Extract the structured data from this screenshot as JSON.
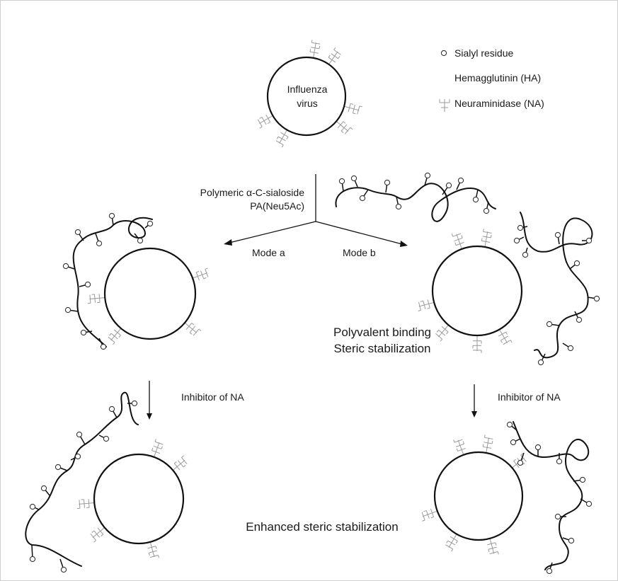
{
  "virus": {
    "label_line1": "Influenza",
    "label_line2": "virus"
  },
  "legend": {
    "sialyl": "Sialyl residue",
    "ha": "Hemagglutinin (HA)",
    "na": "Neuraminidase (NA)"
  },
  "polymer": {
    "line1": "Polymeric α-C-sialoside",
    "line2": "PA(Neu5Ac)"
  },
  "modes": {
    "a": "Mode a",
    "b": "Mode b"
  },
  "middle_text": {
    "line1": "Polyvalent binding",
    "line2": "Steric stabilization"
  },
  "inhibitor_left": "Inhibitor of NA",
  "inhibitor_right": "Inhibitor of NA",
  "bottom_text": "Enhanced steric stabilization",
  "colors": {
    "line": "#111111",
    "protein": "#9a9a9a",
    "background": "#ffffff"
  }
}
